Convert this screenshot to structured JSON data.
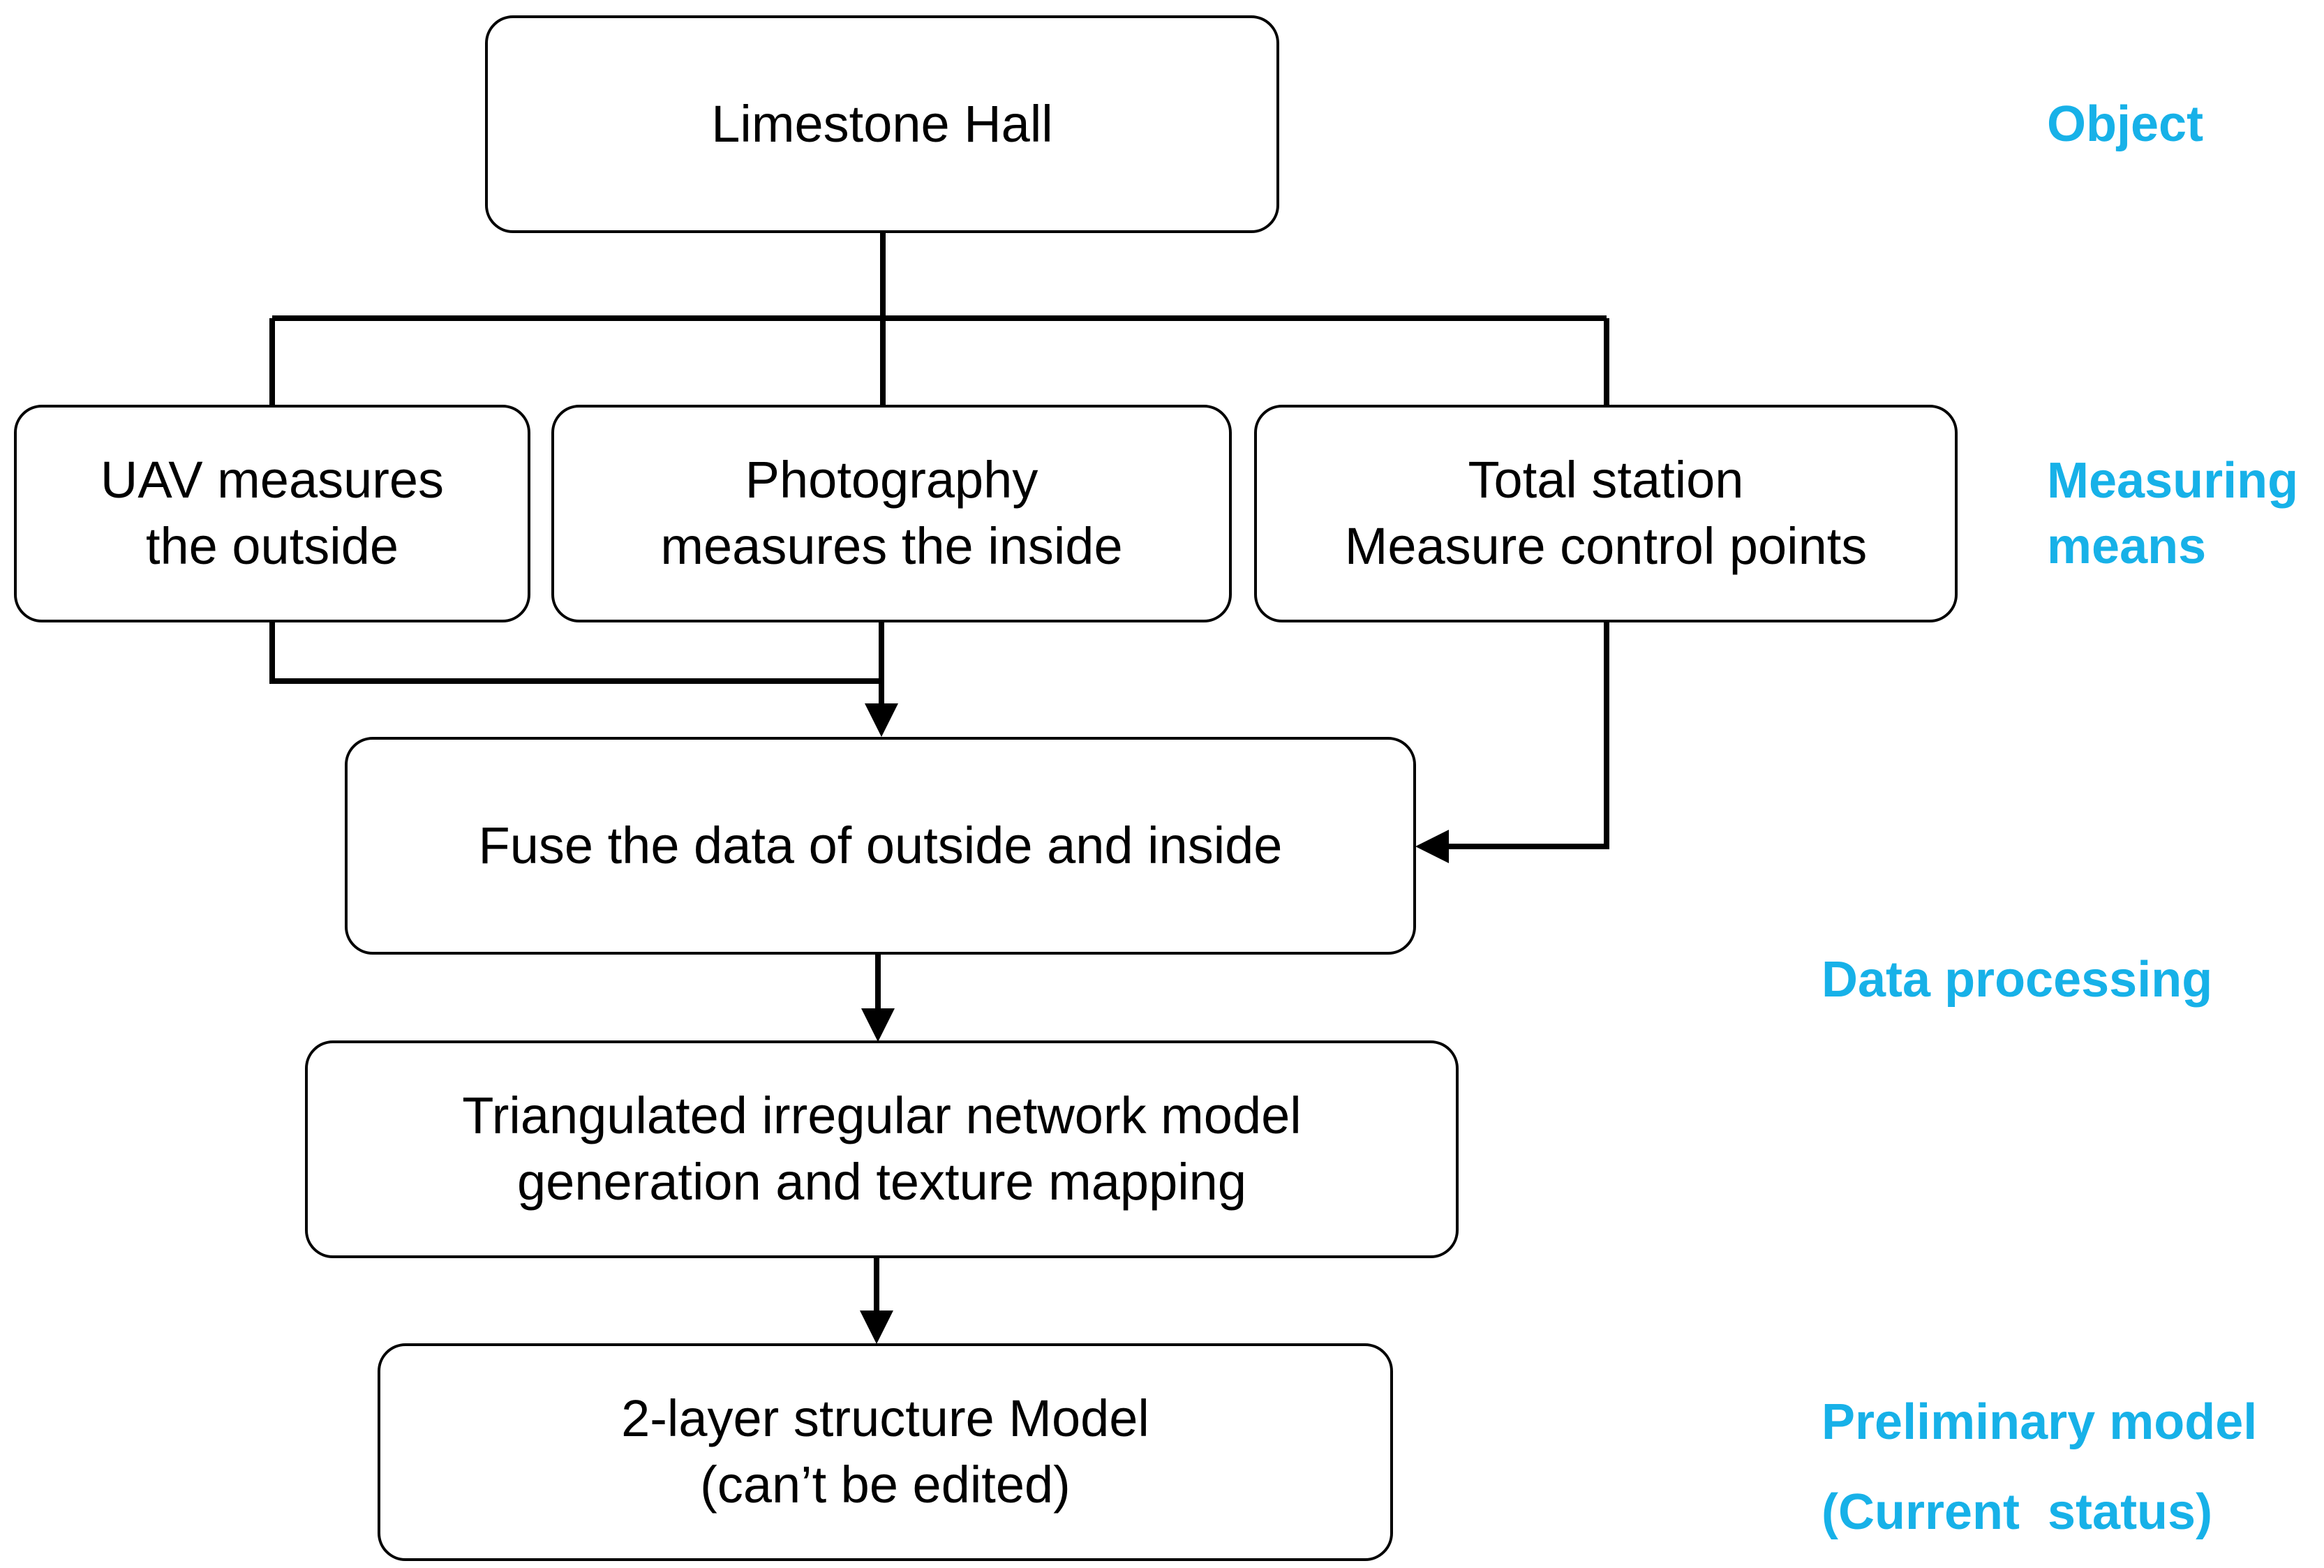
{
  "nodes": {
    "object": {
      "lines": [
        "Limestone Hall"
      ]
    },
    "uav": {
      "lines": [
        "UAV measures",
        "the outside"
      ]
    },
    "photo": {
      "lines": [
        "Photography",
        "measures the inside"
      ]
    },
    "total_station": {
      "lines": [
        "Total station",
        "Measure control points"
      ]
    },
    "fuse": {
      "lines": [
        "Fuse the data of outside and inside"
      ]
    },
    "tin": {
      "lines": [
        "Triangulated irregular network model",
        "generation and texture mapping"
      ]
    },
    "model": {
      "lines": [
        "2-layer structure Model",
        "(can’t be edited)"
      ]
    }
  },
  "stages": {
    "object": [
      "Object"
    ],
    "measuring": [
      "Measuring",
      "means"
    ],
    "processing": [
      "Data processing"
    ],
    "preliminary": [
      "Preliminary model"
    ],
    "current": [
      "(Current  status)"
    ]
  },
  "colors": {
    "stage_label": "#17b1e8",
    "stroke": "#000000"
  }
}
